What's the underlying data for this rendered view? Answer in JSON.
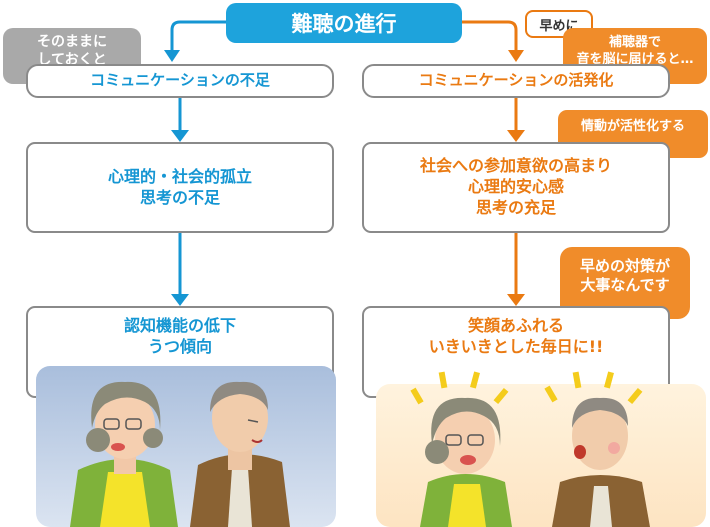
{
  "title": "難聴の進行",
  "left": {
    "note_lines": [
      "そのままに",
      "しておくと"
    ],
    "step1": "コミュニケーションの不足",
    "step2_lines": [
      "心理的・社会的孤立",
      "思考の不足"
    ],
    "step3_lines": [
      "認知機能の低下",
      "うつ傾向"
    ]
  },
  "right": {
    "early_label": "早めに",
    "hearing_aid_lines": [
      "補聴器で",
      "音を脳に届けると…"
    ],
    "step1": "コミュニケーションの活発化",
    "emotion_note": "情動が活性化する",
    "step2_lines": [
      "社会への参加意欲の高まり",
      "心理的安心感",
      "思考の充足"
    ],
    "advice_lines": [
      "早めの対策が",
      "大事なんです"
    ],
    "step3_lines": [
      "笑顔あふれる",
      "いきいきとした毎日に!!"
    ]
  },
  "colors": {
    "blue": "#1596d3",
    "orange": "#ea7a12",
    "title_bg": "#1ea3dc",
    "note_gray": "#a9a9a9",
    "callout_orange": "#f08c2a",
    "box_border": "#8a8a8a"
  }
}
